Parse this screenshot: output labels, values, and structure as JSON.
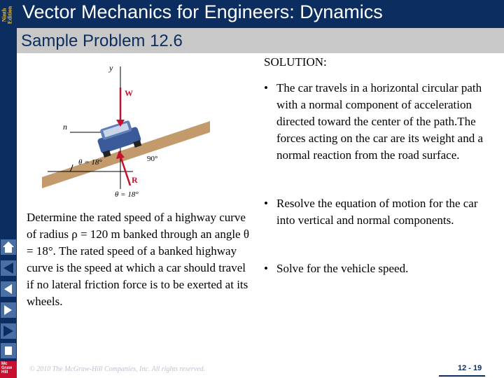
{
  "edition": {
    "line1": "Ninth",
    "line2": "Edition"
  },
  "header": {
    "title": "Vector Mechanics for Engineers: Dynamics",
    "subtitle": "Sample Problem 12.6"
  },
  "solution": {
    "heading": "SOLUTION:",
    "bullets": [
      "The car travels in a horizontal circular path with a normal component of acceleration directed toward the center of the path.The forces acting on the car are its weight and a normal reaction from the road surface.",
      "Resolve the equation of motion for the car into vertical and normal components.",
      "Solve for the vehicle speed."
    ]
  },
  "problem": {
    "text": "Determine the rated speed of a highway curve of radius ρ = 120 m banked through an angle θ = 18°. The rated speed of a banked highway curve is the speed at which a car should travel if no lateral friction force is to be exerted at its wheels."
  },
  "figure": {
    "y_label": "y",
    "n_label": "n",
    "w_label": "W",
    "r_label": "R",
    "angle_label_1": "θ = 18°",
    "angle_label_2": "90°",
    "angle_label_3": "θ = 18°"
  },
  "footer": {
    "copyright": "© 2010 The McGraw-Hill Companies, Inc. All rights reserved.",
    "page": "12 - 19"
  },
  "logo": {
    "text": "Mc Graw Hill"
  },
  "colors": {
    "navy": "#0b2d5f",
    "gray_bar": "#c8c8c8",
    "red": "#c8102e",
    "gold": "#f3c23a"
  }
}
